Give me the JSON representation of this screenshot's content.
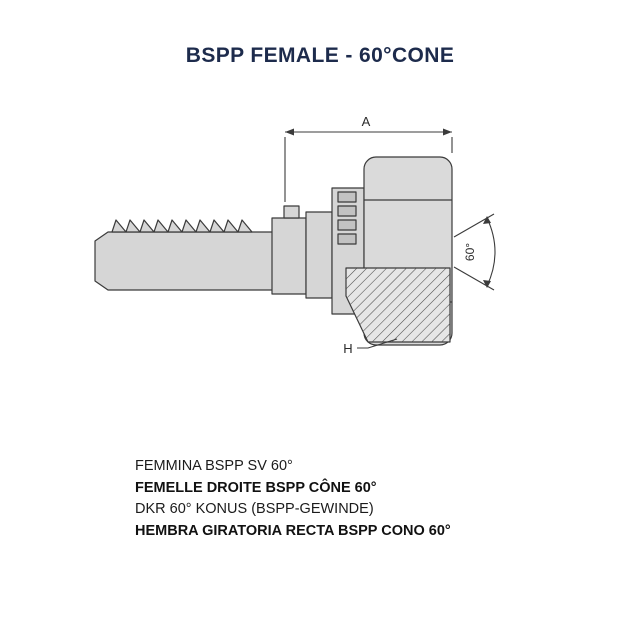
{
  "page": {
    "title": "BSPP FEMALE - 60°CONE"
  },
  "drawing": {
    "dimension_a": "A",
    "dimension_h": "H",
    "cone_angle": "60°"
  },
  "descriptions": {
    "line1": "FEMMINA BSPP SV 60°",
    "line2": "FEMELLE DROITE BSPP CÔNE 60°",
    "line3": "DKR 60° KONUS (BSPP-GEWINDE)",
    "line4": "HEMBRA GIRATORIA RECTA BSPP CONO 60°"
  },
  "colors": {
    "title": "#1d2b4c",
    "drawing_line": "#3b3b3b",
    "metal_fill": "#d6d6d6",
    "hatch_fill": "#e6e6e6"
  }
}
